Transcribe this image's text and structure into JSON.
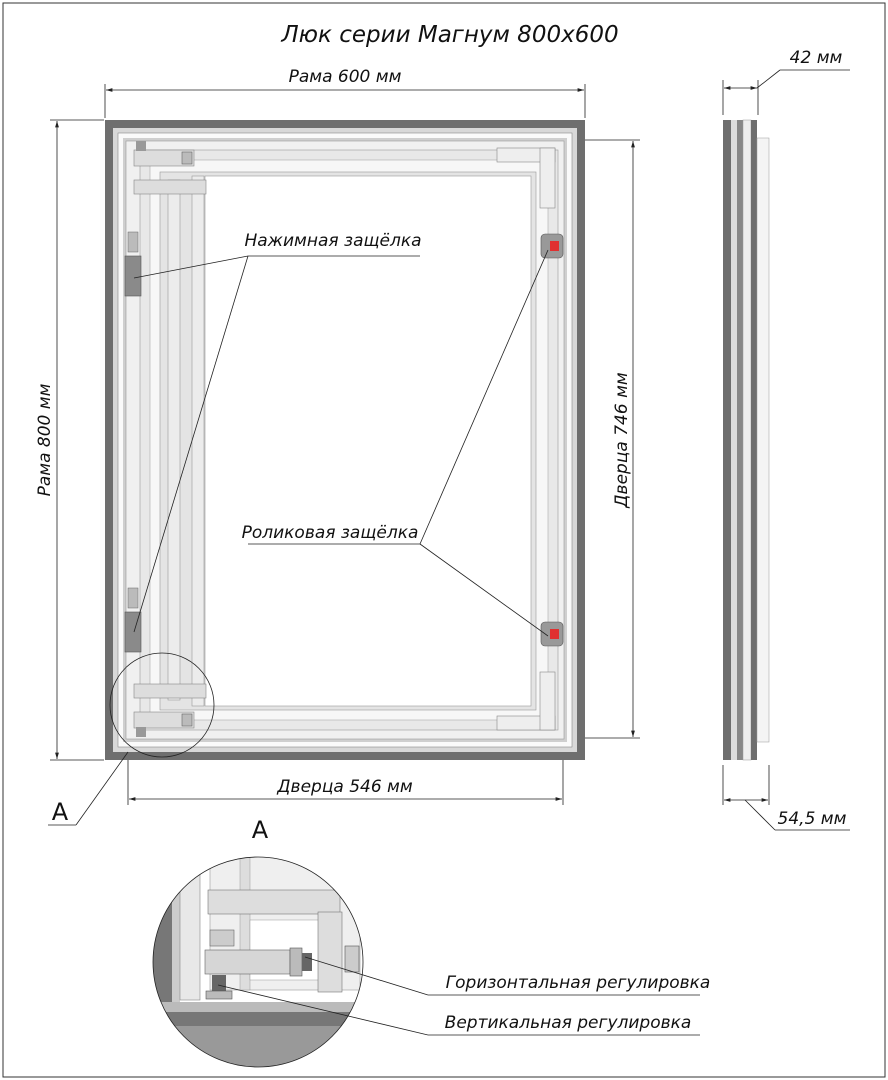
{
  "title": "Люк серии Магнум 800x600",
  "dimensions": {
    "frame_width": "Рама 600 мм",
    "frame_height": "Рама 800 мм",
    "door_width": "Дверца 546 мм",
    "door_height": "Дверца 746 мм",
    "depth_top": "42 мм",
    "depth_bottom": "54,5 мм"
  },
  "callouts": {
    "push_latch": "Нажимная защёлка",
    "roller_latch": "Роликовая защёлка",
    "horizontal_adjust": "Горизонтальная регулировка",
    "vertical_adjust": "Вертикальная регулировка"
  },
  "detail": {
    "marker": "A",
    "detail_title": "A"
  },
  "colors": {
    "frame_dark": "#6e6e6e",
    "profile_light": "#e6e6e6",
    "latch_red": "#e03030"
  }
}
